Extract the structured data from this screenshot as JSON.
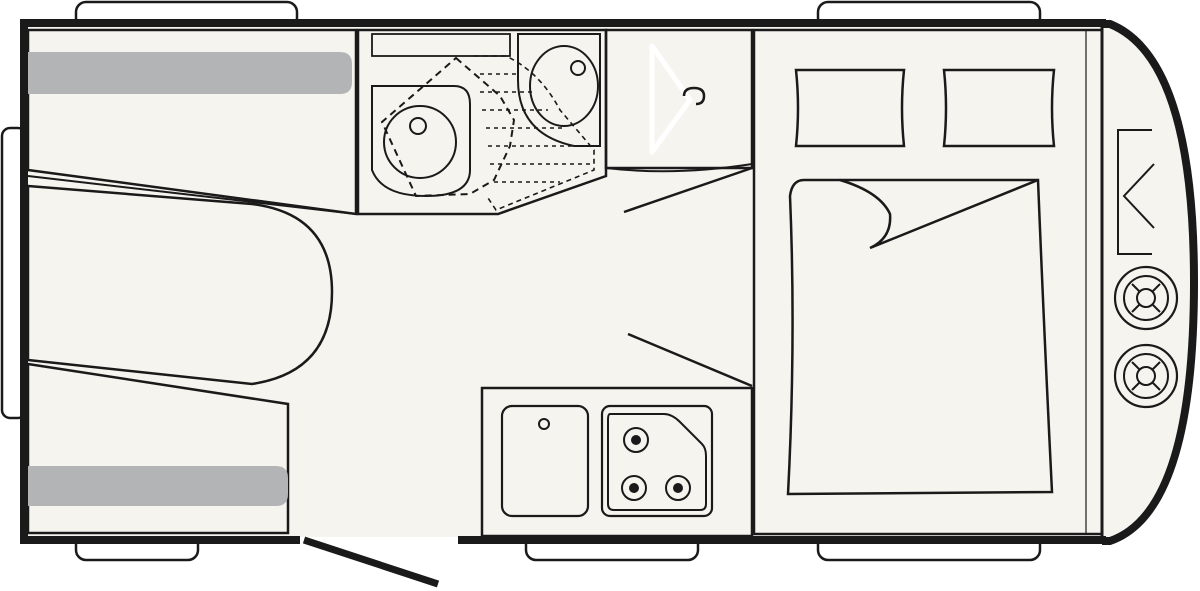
{
  "colors": {
    "floor": "#f6f4ef",
    "seat": "#e4e0da",
    "seat_back": "#b3b4b6",
    "wood": "#d2b07b",
    "bathroom": "#dde3f4",
    "bed_frame": "#e6e2dc",
    "mattress": "#b1b2b4",
    "outline": "#1a1a1a",
    "window": "#ffffff"
  },
  "icons": [
    "coat-hanger-icon",
    "sink-icon",
    "stove-burner-icon",
    "toilet-icon",
    "shower-icon",
    "wheel-icon"
  ],
  "dinette": {
    "cushion_count": 2,
    "table_count": 1
  },
  "kitchen": {
    "sink_count": 1,
    "burner_count": 3
  },
  "bathroom": {
    "washbasin_count": 2,
    "shower": true,
    "toilet": true
  },
  "bedroom": {
    "pillow_count": 2,
    "bed": "double"
  },
  "front": {
    "spare_wheel_count": 2
  }
}
